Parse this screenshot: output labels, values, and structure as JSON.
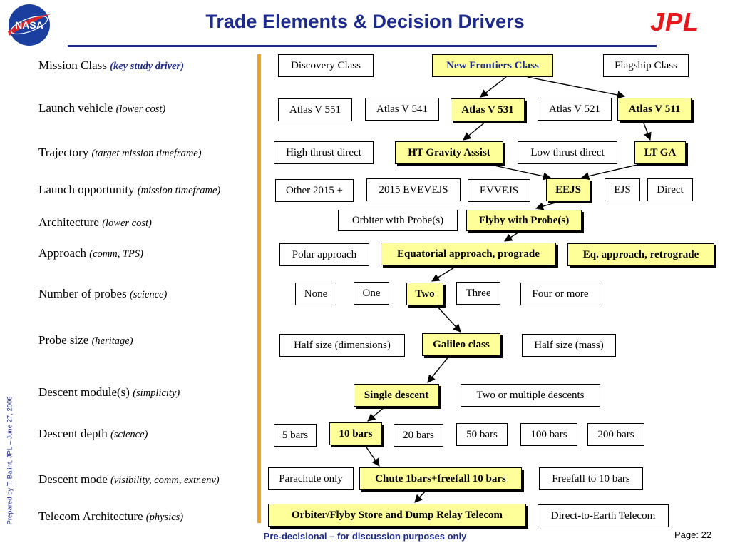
{
  "header": {
    "title": "Trade Elements & Decision Drivers",
    "jpl_logo_text": "JPL",
    "nasa_logo_text": "NASA"
  },
  "rows": [
    {
      "label": "Mission Class",
      "note": "(key study driver)"
    },
    {
      "label": "Launch vehicle",
      "note": "(lower cost)"
    },
    {
      "label": "Trajectory",
      "note": "(target mission timeframe)"
    },
    {
      "label": "Launch opportunity",
      "note": "(mission timeframe)"
    },
    {
      "label": "Architecture",
      "note": "(lower cost)"
    },
    {
      "label": "Approach",
      "note": "(comm, TPS)"
    },
    {
      "label": "Number of probes",
      "note": "(science)"
    },
    {
      "label": "Probe size",
      "note": "(heritage)"
    },
    {
      "label": "Descent module(s)",
      "note": "(simplicity)"
    },
    {
      "label": "Descent depth",
      "note": "(science)"
    },
    {
      "label": "Descent mode",
      "note": "(visibility, comm, extr.env)"
    },
    {
      "label": "Telecom Architecture",
      "note": "(physics)"
    }
  ],
  "options": {
    "mission_class": [
      "Discovery Class",
      "New Frontiers Class",
      "Flagship Class"
    ],
    "launch_vehicle": [
      "Atlas V 551",
      "Atlas V 541",
      "Atlas V 531",
      "Atlas V 521",
      "Atlas V 511"
    ],
    "trajectory": [
      "High thrust direct",
      "HT Gravity Assist",
      "Low thrust direct",
      "LT GA"
    ],
    "launch_opportunity": [
      "Other 2015 +",
      "2015 EVEVEJS",
      "EVVEJS",
      "EEJS",
      "EJS",
      "Direct"
    ],
    "architecture": [
      "Orbiter with Probe(s)",
      "Flyby with Probe(s)"
    ],
    "approach": [
      "Polar approach",
      "Equatorial approach, prograde",
      "Eq. approach, retrograde"
    ],
    "num_probes": [
      "None",
      "One",
      "Two",
      "Three",
      "Four or more"
    ],
    "probe_size": [
      "Half size (dimensions)",
      "Galileo class",
      "Half size (mass)"
    ],
    "descent_modules": [
      "Single descent",
      "Two or multiple descents"
    ],
    "descent_depth": [
      "5 bars",
      "10 bars",
      "20 bars",
      "50 bars",
      "100 bars",
      "200 bars"
    ],
    "descent_mode": [
      "Parachute only",
      "Chute 1bars+freefall 10 bars",
      "Freefall to 10 bars"
    ],
    "telecom": [
      "Orbiter/Flyby Store and Dump Relay Telecom",
      "Direct-to-Earth Telecom"
    ]
  },
  "footer": {
    "disclaimer": "Pre-decisional – for discussion purposes only",
    "page": "Page: 22",
    "prepared_by": "Prepared by T. Balint, JPL – June 27, 2006"
  }
}
